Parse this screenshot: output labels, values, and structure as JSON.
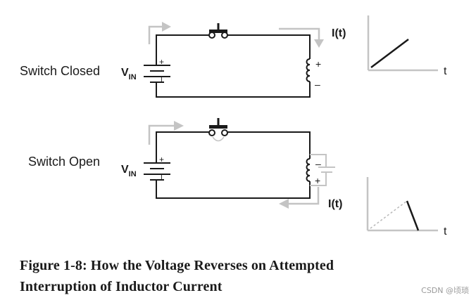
{
  "panels": {
    "closed": {
      "label": "Switch Closed",
      "source_main": "V",
      "source_sub": "IN",
      "battery_plus": "+",
      "battery_minus": "I",
      "current_label": "I(t)",
      "inductor_plus": "+",
      "inductor_minus": "–",
      "graph_axis_label": "t"
    },
    "open": {
      "label": "Switch Open",
      "source_main": "V",
      "source_sub": "IN",
      "battery_plus": "+",
      "battery_minus": "I",
      "current_label": "I(t)",
      "inductor_minus": "–",
      "inductor_plus": "+",
      "graph_axis_label": "t"
    }
  },
  "caption": {
    "line1": "Figure 1-8: How the Voltage Reverses on Attempted",
    "line2": "Interruption of Inductor Current"
  },
  "watermark": "CSDN @顷琐",
  "colors": {
    "wire": "#1a1a1a",
    "arrow": "#c4c4c4",
    "dashed": "#b8b8b8",
    "background": "#ffffff"
  }
}
